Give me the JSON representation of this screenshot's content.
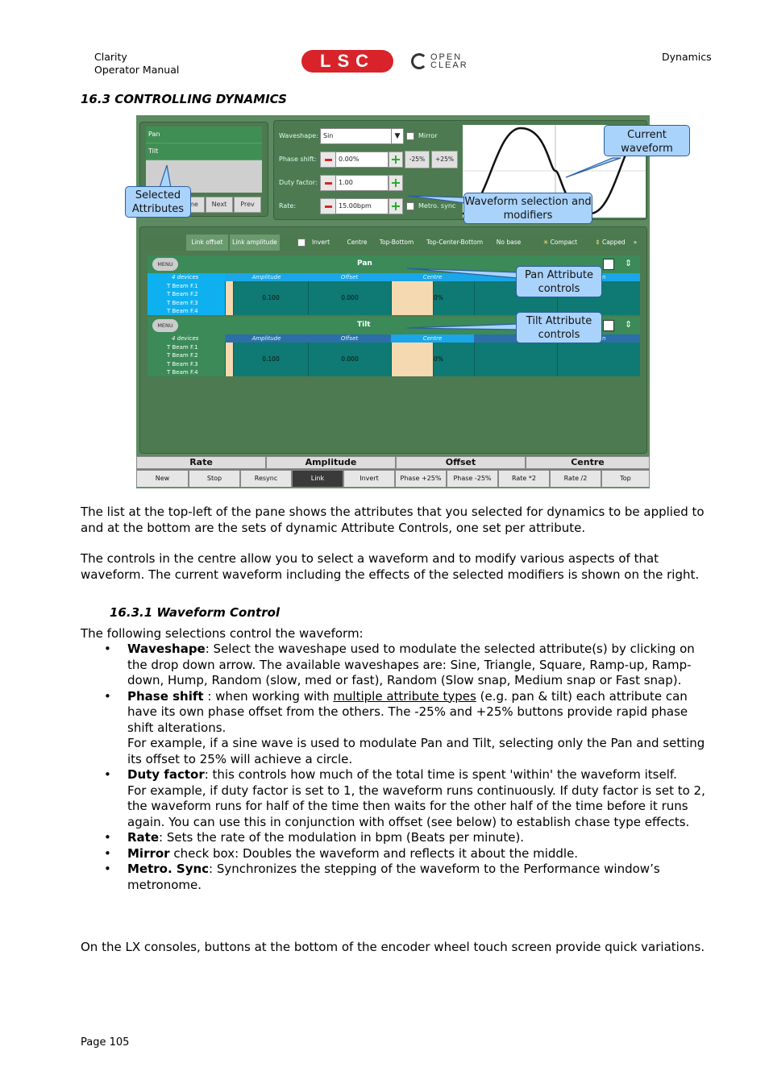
{
  "header": {
    "left_line1": "Clarity",
    "left_line2": "Operator Manual",
    "right": "Dynamics",
    "logo_lsc": "LSC",
    "logo_oc_1": "OPEN",
    "logo_oc_2": "CLEAR"
  },
  "section_title": "16.3 CONTROLLING DYNAMICS",
  "screenshot": {
    "attributes": [
      "Pan",
      "Tilt"
    ],
    "side_buttons": [
      "me",
      "Next",
      "Prev"
    ],
    "labels": {
      "waveshape": "Waveshape:",
      "phase_shift": "Phase shift:",
      "duty_factor": "Duty factor:",
      "rate": "Rate:",
      "mirror": "Mirror",
      "metro_sync": "Metro. sync"
    },
    "values": {
      "waveshape": "Sin",
      "phase_shift": "0.00%",
      "duty_factor": "1.00",
      "rate": "15.00bpm"
    },
    "phase_buttons": [
      "-25%",
      "+25%"
    ],
    "toolbar": [
      "Link offset",
      "Link amplitude",
      "Invert",
      "Centre",
      "Top-Bottom",
      "Top-Center-Bottom",
      "No base",
      "Compact",
      "Capped",
      "»"
    ],
    "menu_label": "MENU",
    "groups": [
      {
        "title": "Pan",
        "devices_label": "4 devices",
        "devices": [
          "T Beam F.1",
          "T Beam F.2",
          "T Beam F.3",
          "T Beam F.4"
        ],
        "columns": [
          "Amplitude",
          "Offset",
          "Centre",
          "",
          "...om"
        ],
        "amplitude": "0.100",
        "offset": "0.000",
        "centre": "0%"
      },
      {
        "title": "Tilt",
        "devices_label": "4 devices",
        "devices": [
          "T Beam F.1",
          "T Beam F.2",
          "T Beam F.3",
          "T Beam F.4"
        ],
        "columns": [
          "Amplitude",
          "Offset",
          "Centre",
          "",
          "...om"
        ],
        "amplitude": "0.100",
        "offset": "0.000",
        "centre": "0%"
      }
    ],
    "bank": [
      "Rate",
      "Amplitude",
      "Offset",
      "Centre"
    ],
    "bottom_buttons": [
      "New",
      "Stop",
      "Resync",
      "Link",
      "Invert",
      "Phase +25%",
      "Phase -25%",
      "Rate *2",
      "Rate /2",
      "Top"
    ],
    "callouts": {
      "current_waveform": "Current waveform",
      "selected_attributes": "Selected Attributes",
      "waveform_selection": "Waveform selection and modifiers",
      "pan_controls": "Pan Attribute controls",
      "tilt_controls": "Tilt Attribute controls"
    }
  },
  "paragraphs": {
    "p1": "The list at the top-left of the pane shows the attributes that you selected for dynamics to be applied to and at the bottom are the sets of dynamic Attribute Controls, one set per attribute.",
    "p2": "The controls in the centre allow you to select a waveform and to modify various aspects of that waveform. The current waveform including the effects of the selected modifiers is shown on the right.",
    "subsection": "16.3.1    Waveform Control",
    "p3": "The following selections control the waveform:",
    "closing": "On the LX consoles, buttons at the bottom of the encoder wheel touch screen provide quick variations."
  },
  "bullets": {
    "waveshape_term": "Waveshape",
    "waveshape_text": ": Select the waveshape used to modulate the selected attribute(s) by clicking on the drop down arrow. The available waveshapes are: Sine, Triangle, Square, Ramp-up, Ramp-down, Hump, Random (slow, med or fast), Random (Slow snap, Medium snap or Fast snap).",
    "phase_term": "Phase shift",
    "phase_text_a": " : when working with ",
    "phase_link": "multiple attribute types",
    "phase_text_b": " (e.g. pan & tilt) each attribute can have its own phase offset from the others. The -25% and +25% buttons provide rapid phase shift alterations.",
    "phase_example": "For example, if a sine wave is used to modulate Pan and Tilt, selecting only the Pan and setting its offset to 25% will achieve a circle.",
    "duty_term": "Duty factor",
    "duty_text": ": this controls how much of the total time is spent 'within' the waveform itself.",
    "duty_example": "For example, if duty factor is set to 1, the waveform runs continuously. If duty factor is set to 2, the waveform runs for half of the time then waits for the other half of the time before it runs again. You can use this in conjunction with offset (see below) to establish chase type effects.",
    "rate_term": "Rate",
    "rate_text": ": Sets the rate of the modulation in bpm (Beats per minute).",
    "mirror_term": "Mirror",
    "mirror_text": " check box: Doubles the waveform and reflects it about the middle.",
    "metro_term": "Metro. Sync",
    "metro_text": ": Synchronizes the stepping of the waveform to the Performance window’s metronome."
  },
  "footer": "Page 105"
}
